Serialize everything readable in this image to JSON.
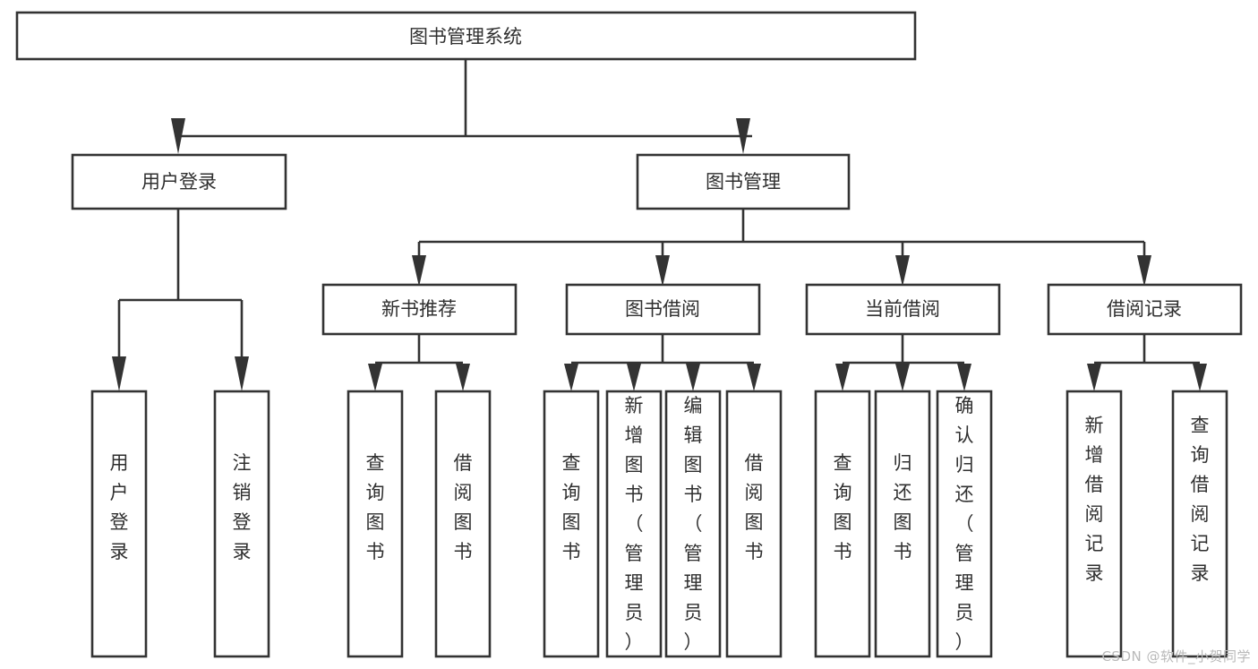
{
  "diagram": {
    "title": "图书管理系统",
    "type": "hierarchy-tree",
    "watermark": "CSDN @软件_小贺同学",
    "colors": {
      "stroke": "#333333",
      "box_fill": "#ffffff",
      "text": "#2f2f2f",
      "background": "#ffffff",
      "watermark": "#b9b9b9"
    },
    "levels": [
      {
        "level": 1,
        "nodes": [
          {
            "id": "root",
            "label": "图书管理系统",
            "orientation": "horizontal"
          }
        ]
      },
      {
        "level": 2,
        "nodes": [
          {
            "id": "user-login",
            "label": "用户登录",
            "orientation": "horizontal",
            "parent": "root"
          },
          {
            "id": "book-manage",
            "label": "图书管理",
            "orientation": "horizontal",
            "parent": "root"
          }
        ]
      },
      {
        "level": 3,
        "nodes": [
          {
            "id": "new-book-rec",
            "label": "新书推荐",
            "orientation": "horizontal",
            "parent": "book-manage"
          },
          {
            "id": "book-borrow",
            "label": "图书借阅",
            "orientation": "horizontal",
            "parent": "book-manage"
          },
          {
            "id": "current-borrow",
            "label": "当前借阅",
            "orientation": "horizontal",
            "parent": "book-manage"
          },
          {
            "id": "borrow-record",
            "label": "借阅记录",
            "orientation": "horizontal",
            "parent": "book-manage"
          }
        ]
      },
      {
        "level": 4,
        "nodes": [
          {
            "id": "leaf-user-login",
            "label": "用户登录",
            "orientation": "vertical",
            "parent": "user-login"
          },
          {
            "id": "leaf-logout",
            "label": "注销登录",
            "orientation": "vertical",
            "parent": "user-login"
          },
          {
            "id": "leaf-query-book-1",
            "label": "查询图书",
            "orientation": "vertical",
            "parent": "new-book-rec"
          },
          {
            "id": "leaf-borrow-book-1",
            "label": "借阅图书",
            "orientation": "vertical",
            "parent": "new-book-rec"
          },
          {
            "id": "leaf-query-book-2",
            "label": "查询图书",
            "orientation": "vertical",
            "parent": "book-borrow"
          },
          {
            "id": "leaf-add-book",
            "label": "新增图书（管理员）",
            "orientation": "vertical",
            "parent": "book-borrow"
          },
          {
            "id": "leaf-edit-book",
            "label": "编辑图书（管理员）",
            "orientation": "vertical",
            "parent": "book-borrow"
          },
          {
            "id": "leaf-borrow-book-2",
            "label": "借阅图书",
            "orientation": "vertical",
            "parent": "book-borrow"
          },
          {
            "id": "leaf-query-book-3",
            "label": "查询图书",
            "orientation": "vertical",
            "parent": "current-borrow"
          },
          {
            "id": "leaf-return-book",
            "label": "归还图书",
            "orientation": "vertical",
            "parent": "current-borrow"
          },
          {
            "id": "leaf-confirm-return",
            "label": "确认归还（管理员）",
            "orientation": "vertical",
            "parent": "current-borrow"
          },
          {
            "id": "leaf-add-record",
            "label": "新增借阅记录",
            "orientation": "vertical",
            "parent": "borrow-record"
          },
          {
            "id": "leaf-query-record",
            "label": "查询借阅记录",
            "orientation": "vertical",
            "parent": "borrow-record"
          }
        ]
      }
    ]
  }
}
